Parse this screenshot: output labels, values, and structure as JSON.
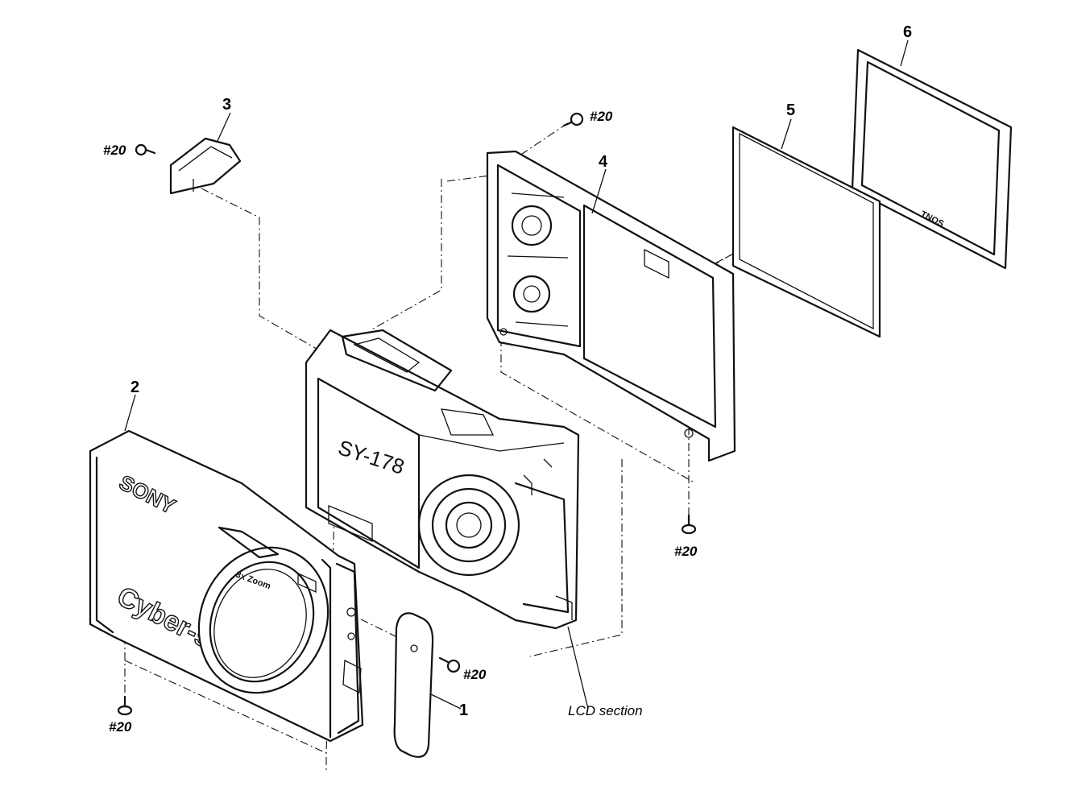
{
  "diagram": {
    "part_numbers": [
      "1",
      "2",
      "3",
      "4",
      "5",
      "6"
    ],
    "screw_label": "#20",
    "lcd_label": "LCD section",
    "board_label": "SY-178",
    "brand": "SONY",
    "model": "Cyber-shot",
    "zoom_text": "3x Zoom"
  }
}
